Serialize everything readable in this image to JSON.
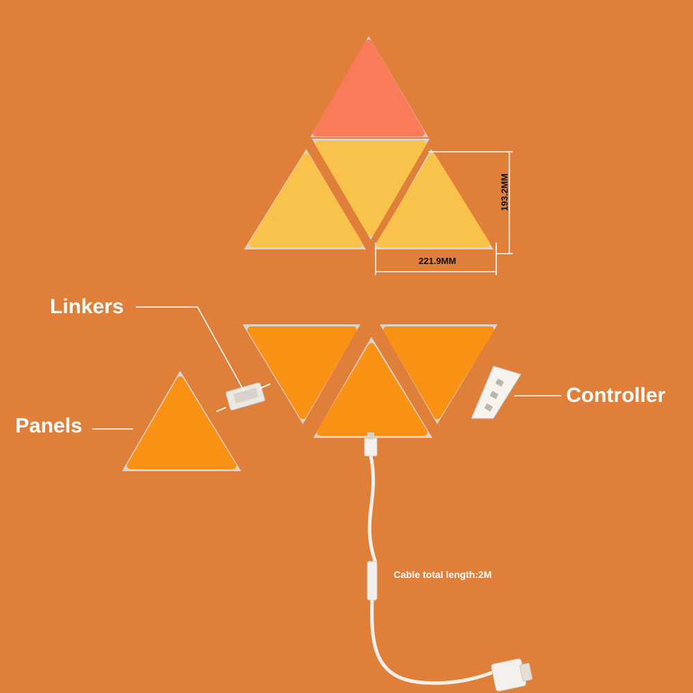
{
  "labels": {
    "panels": "Panels",
    "linkers": "Linkers",
    "controller": "Controller",
    "cable": "Cable total length:2M"
  },
  "dimensions": {
    "width": "221.9MM",
    "height": "193.2MM"
  },
  "colors": {
    "background": "#e07f3a",
    "panel_red": "#fa7b5a",
    "panel_yellow": "#f9c24a",
    "panel_orange": "#f99214",
    "panel_frame": "#d9d3cc",
    "cable": "#f4f1ec"
  }
}
